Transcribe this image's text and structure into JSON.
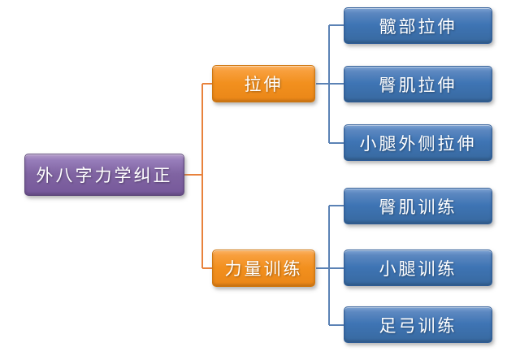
{
  "diagram": {
    "type": "mindmap-tree",
    "root": {
      "label": "外八字力学纠正"
    },
    "branches": [
      {
        "label": "拉伸",
        "children": [
          {
            "label": "髋部拉伸"
          },
          {
            "label": "臀肌拉伸"
          },
          {
            "label": "小腿外侧拉伸"
          }
        ]
      },
      {
        "label": "力量训练",
        "children": [
          {
            "label": "臀肌训练"
          },
          {
            "label": "小腿训练"
          },
          {
            "label": "足弓训练"
          }
        ]
      }
    ],
    "colors": {
      "root_fill": "#8064A2",
      "branch_fill": "#F2901E",
      "leaf_fill": "#3E74B4",
      "branch_connector": "#E8823C",
      "leaf_connector": "#5B82B5",
      "text": "#FFFFFF",
      "background": "#FFFFFF"
    }
  }
}
